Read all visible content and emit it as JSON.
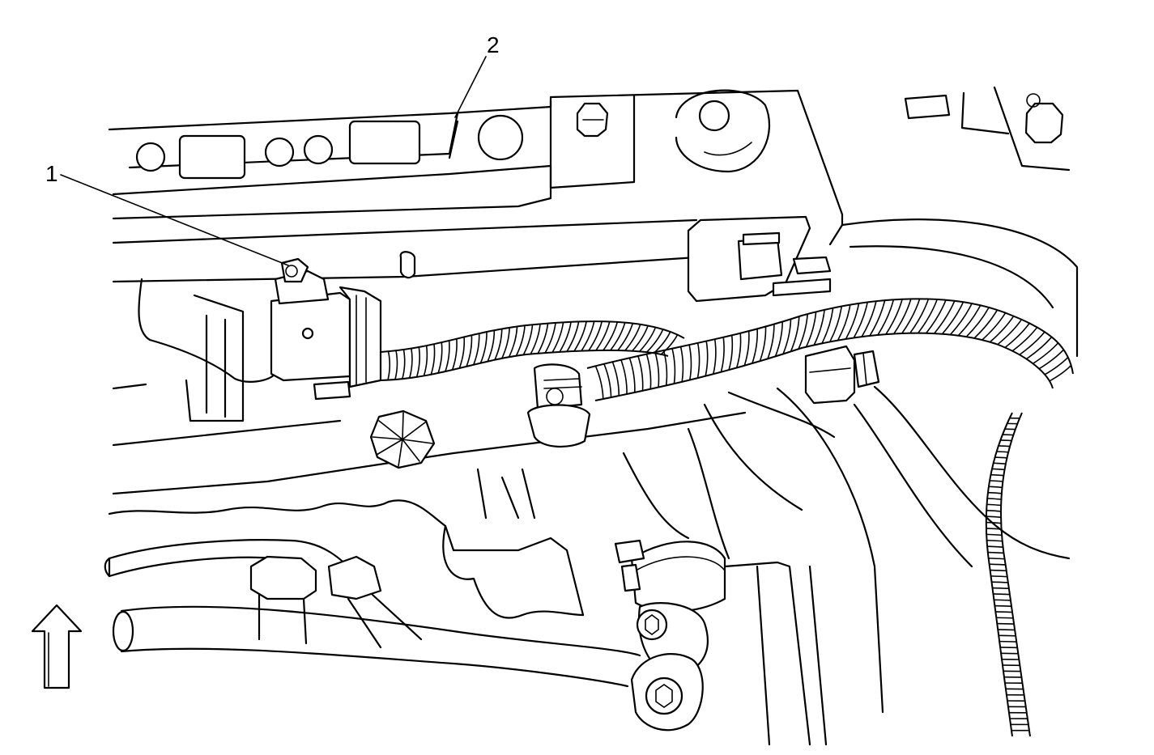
{
  "callouts": [
    {
      "id": "1",
      "label": "1"
    },
    {
      "id": "2",
      "label": "2"
    }
  ],
  "orientation_arrow": {
    "icon": "up-arrow-icon",
    "direction": "up"
  },
  "colors": {
    "stroke": "#000000",
    "background": "#ffffff"
  }
}
